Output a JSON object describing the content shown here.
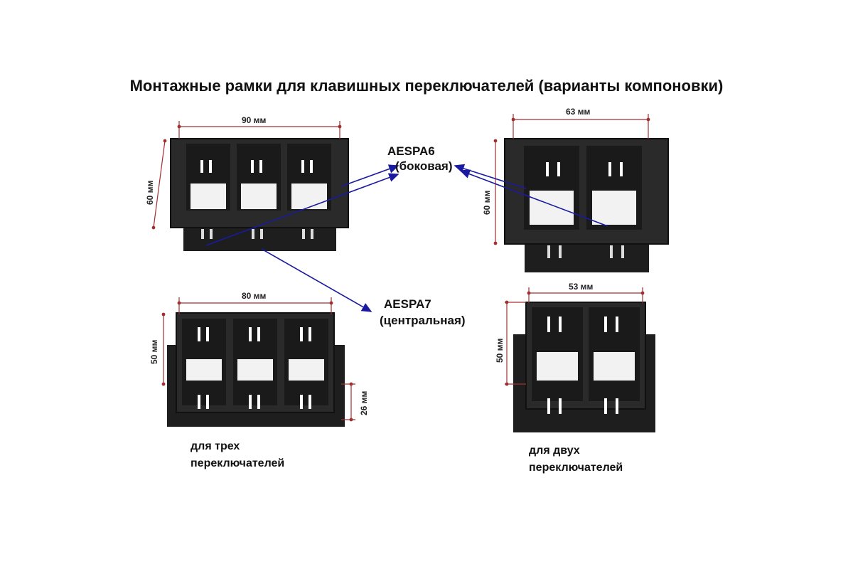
{
  "title": "Монтажные рамки для клавишных переключателей (варианты компоновки)",
  "labels": {
    "side_model": "AESPA6",
    "side_desc": "(боковая)",
    "central_model": "AESPA7",
    "central_desc": "(центральная)"
  },
  "dimensions": {
    "top_left_width": "90 мм",
    "top_left_height": "60 мм",
    "top_right_width": "63 мм",
    "top_right_height": "60 мм",
    "bottom_left_width": "80 мм",
    "bottom_left_height": "50 мм",
    "bottom_left_depth": "26 мм",
    "bottom_right_width": "53 мм",
    "bottom_right_height": "50 мм"
  },
  "captions": {
    "three_line1": "для трех",
    "three_line2": "переключателей",
    "two_line1": "для двух",
    "two_line2": "переключателей"
  },
  "colors": {
    "frame": "#2a2a2a",
    "arrow": "#1a1aa0",
    "dimension_line": "#a03030"
  }
}
